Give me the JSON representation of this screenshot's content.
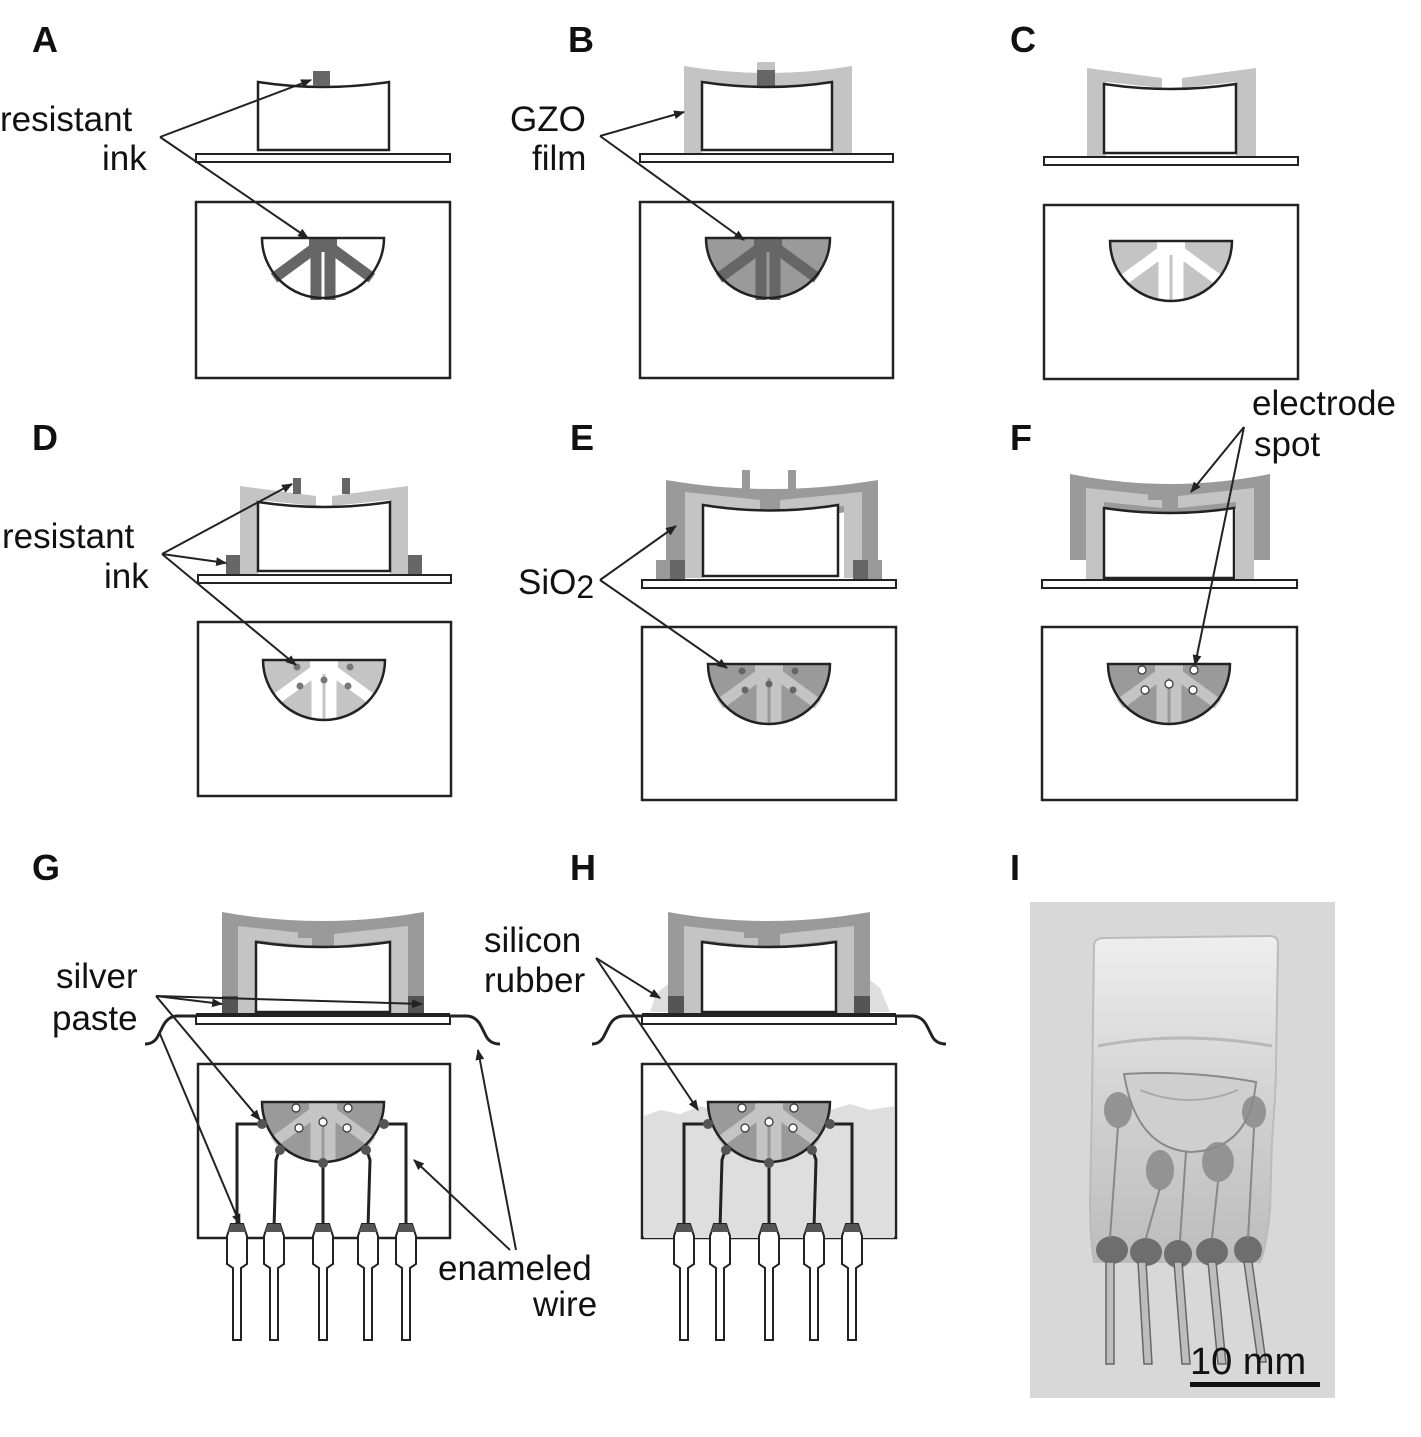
{
  "panels": [
    {
      "id": "A",
      "label": "A"
    },
    {
      "id": "B",
      "label": "B"
    },
    {
      "id": "C",
      "label": "C"
    },
    {
      "id": "D",
      "label": "D"
    },
    {
      "id": "E",
      "label": "E"
    },
    {
      "id": "F",
      "label": "F"
    },
    {
      "id": "G",
      "label": "G"
    },
    {
      "id": "H",
      "label": "H"
    },
    {
      "id": "I",
      "label": "I"
    }
  ],
  "annotations": {
    "a_resistant": "resistant",
    "a_ink": "ink",
    "b_gzo": "GZO",
    "b_film": "film",
    "d_resistant": "resistant",
    "d_ink": "ink",
    "e_sio": "SiO",
    "e_sub": "2",
    "f_electrode": "electrode",
    "f_spot": "spot",
    "g_silver": "silver",
    "g_paste": "paste",
    "g_enameled": "enameled",
    "g_wire": "wire",
    "h_silicon": "silicon",
    "h_rubber": "rubber"
  },
  "scale_bar": "10 mm",
  "colors": {
    "gzo_film": "#c4c4c4",
    "sio2": "#9a9a9a",
    "resistant_ink": "#666666",
    "silicon_rubber": "#dedede",
    "photo_bg": "#d8d8d8",
    "outline": "#222222"
  }
}
